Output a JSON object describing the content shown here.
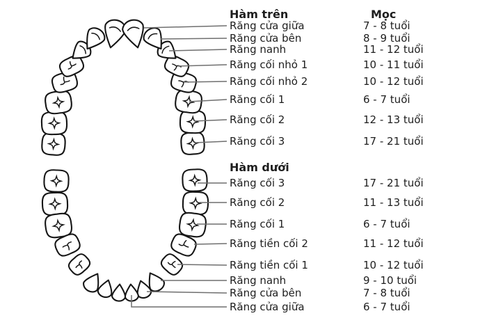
{
  "colors": {
    "background": "#ffffff",
    "text": "#1e1e1e",
    "tooth_outline": "#161616",
    "leader_line": "#6f6f6f"
  },
  "upper": {
    "header": "Hàm trên",
    "eruption_header": "Mọc",
    "rows": [
      {
        "label": "Răng cửa giữa",
        "age": "7 - 8 tuổi"
      },
      {
        "label": "Răng cửa bên",
        "age": "8 - 9 tuổi"
      },
      {
        "label": "Răng nanh",
        "age": "11 - 12 tuổi"
      },
      {
        "label": "Răng cối nhỏ 1",
        "age": "10 - 11 tuổi"
      },
      {
        "label": "Răng cối nhỏ 2",
        "age": "10 - 12 tuổi"
      },
      {
        "label": "Răng cối 1",
        "age": "6 - 7 tuổi"
      },
      {
        "label": "Răng cối 2",
        "age": "12 - 13 tuổi"
      },
      {
        "label": "Răng cối 3",
        "age": "17 - 21 tuổi"
      }
    ]
  },
  "lower": {
    "header": "Hàm dưới",
    "rows": [
      {
        "label": "Răng cối 3",
        "age": "17 - 21 tuổi"
      },
      {
        "label": "Răng cối 2",
        "age": "11 - 13 tuổi"
      },
      {
        "label": "Răng cối 1",
        "age": "6 - 7 tuổi"
      },
      {
        "label": "Răng tiền cối 2",
        "age": "11 - 12 tuổi"
      },
      {
        "label": "Răng tiền cối 1",
        "age": "10 - 12 tuổi"
      },
      {
        "label": "Răng nanh",
        "age": "9 - 10 tuổi"
      },
      {
        "label": "Răng cửa bên",
        "age": "7 - 8 tuổi"
      },
      {
        "label": "Răng cửa giữa",
        "age": "6 - 7 tuổi"
      }
    ]
  }
}
